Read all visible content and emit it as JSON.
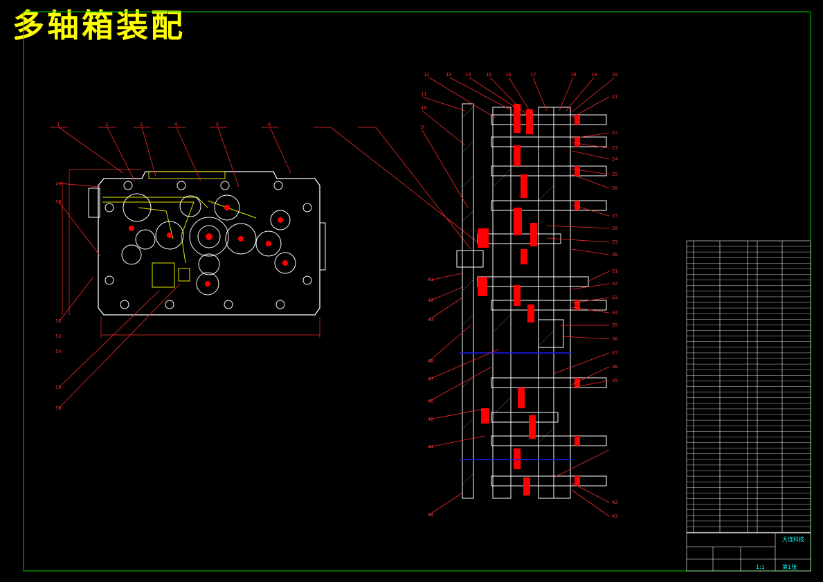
{
  "title": "多轴箱装配",
  "colors": {
    "background": "#000000",
    "frame": "#00cc00",
    "title": "#ffff00",
    "leader": "#ff2a2a",
    "outline": "#ffffff",
    "section_red": "#ff0000",
    "dash_blue": "#1a1aff",
    "school_text": "#00ffff"
  },
  "front_view_callouts": {
    "top": [
      "1",
      "2",
      "3",
      "4",
      "5",
      "6"
    ],
    "left": [
      "49",
      "50"
    ],
    "bottom_left": [
      "52",
      "53",
      "54",
      "55",
      "56"
    ]
  },
  "section_view_callouts": {
    "top": [
      "12",
      "13",
      "14",
      "15",
      "16",
      "17",
      "18",
      "19",
      "20"
    ],
    "left": [
      "11",
      "10",
      "9",
      "41",
      "42",
      "43",
      "48",
      "47",
      "45",
      "46",
      "44",
      "40"
    ],
    "right": [
      "21",
      "22",
      "23",
      "24",
      "25",
      "26",
      "27",
      "28",
      "29",
      "30",
      "31",
      "32",
      "33",
      "34",
      "35",
      "36",
      "37",
      "38",
      "39",
      "42",
      "43"
    ]
  },
  "title_block": {
    "school": "大连科技",
    "scale": "1:1",
    "sheet": "第1张"
  }
}
